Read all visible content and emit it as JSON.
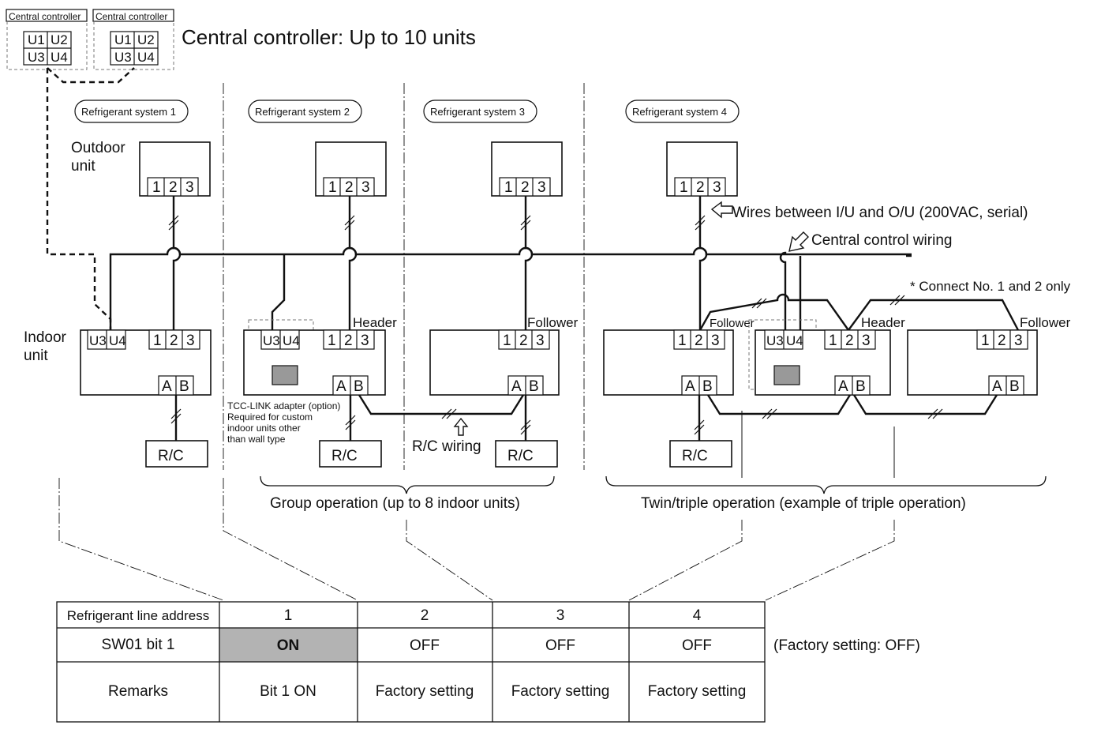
{
  "header": {
    "cc_label": "Central controller",
    "cc_terminals": [
      "U1",
      "U2",
      "U3",
      "U4"
    ],
    "title": "Central controller: Up to 10 units"
  },
  "systems": [
    "Refrigerant system 1",
    "Refrigerant system 2",
    "Refrigerant system 3",
    "Refrigerant system 4"
  ],
  "labels": {
    "outdoor_line1": "Outdoor",
    "outdoor_line2": "unit",
    "indoor_line1": "Indoor",
    "indoor_line2": "unit",
    "header": "Header",
    "follower": "Follower",
    "rc": "R/C",
    "rc_wiring": "R/C wiring",
    "wires_iu_ou": "Wires between I/U and O/U (200VAC, serial)",
    "central_wiring": "Central control wiring",
    "connect_note": "* Connect No. 1 and 2 only",
    "tcc_note": [
      "TCC-LINK adapter (option)",
      "Required for custom",
      "indoor units other",
      "than wall type"
    ],
    "group_op": "Group operation (up to 8 indoor units)",
    "twin_op": "Twin/triple operation (example of triple operation)",
    "factory_note": "(Factory setting: OFF)"
  },
  "terminals": {
    "t1": "1",
    "t2": "2",
    "t3": "3",
    "u3": "U3",
    "u4": "U4",
    "a": "A",
    "b": "B"
  },
  "table": {
    "rows": [
      [
        "Refrigerant line address",
        "1",
        "2",
        "3",
        "4"
      ],
      [
        "SW01 bit 1",
        "ON",
        "OFF",
        "OFF",
        "OFF"
      ],
      [
        "Remarks",
        "Bit 1 ON",
        "Factory setting",
        "Factory setting",
        "Factory setting"
      ]
    ],
    "highlight_color": "#b3b3b3"
  }
}
